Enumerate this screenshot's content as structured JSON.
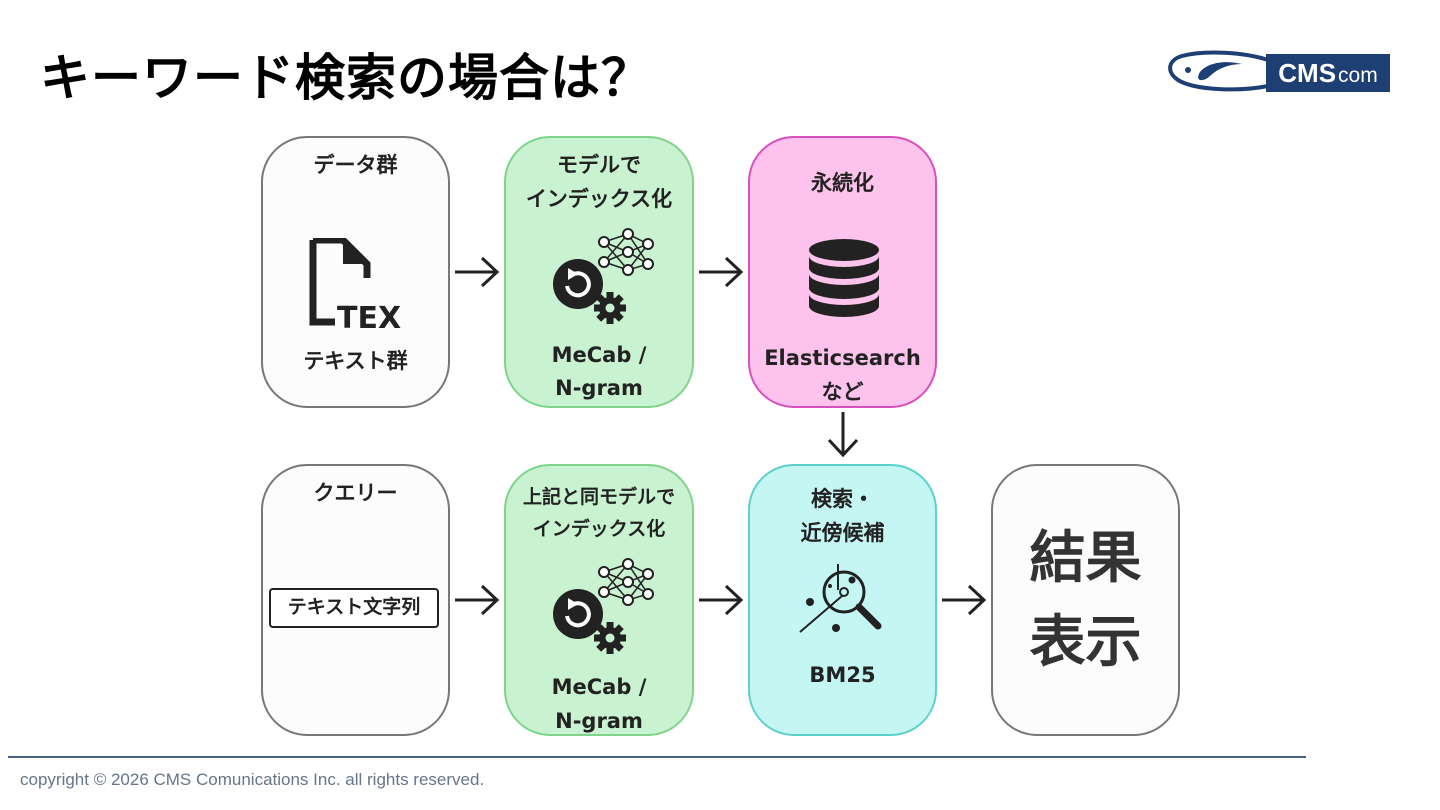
{
  "slide": {
    "title": "キーワード検索の場合は？",
    "logo": {
      "strong": "CMS",
      "light": "com"
    },
    "footer": "copyright © 2026 CMS Comunications Inc. all rights reserved."
  },
  "diagram": {
    "data_group": {
      "title": "データ群",
      "icon": "document-tex-icon",
      "icon_text": "TEX",
      "caption": "テキスト群"
    },
    "model_index": {
      "title_line1": "モデルで",
      "title_line2": "インデックス化",
      "icon": "neural-network-gear-icon",
      "caption_line1": "MeCab /",
      "caption_line2": "N-gram",
      "color": "#c9f2d0"
    },
    "persist": {
      "title": "永続化",
      "icon": "database-icon",
      "caption_line1": "Elasticsearch",
      "caption_line2": "など",
      "color": "#fdc3ec"
    },
    "query": {
      "title": "クエリー",
      "chip": "テキスト文字列"
    },
    "query_index": {
      "title_line1": "上記と同モデルで",
      "title_line2": "インデックス化",
      "icon": "neural-network-gear-icon",
      "caption_line1": "MeCab /",
      "caption_line2": "N-gram",
      "color": "#c9f2d0"
    },
    "search": {
      "title_line1": "検索・",
      "title_line2": "近傍候補",
      "icon": "magnifier-scatter-icon",
      "caption": "BM25",
      "color": "#c4f6f3"
    },
    "result": {
      "line1": "結果",
      "line2": "表示"
    }
  }
}
